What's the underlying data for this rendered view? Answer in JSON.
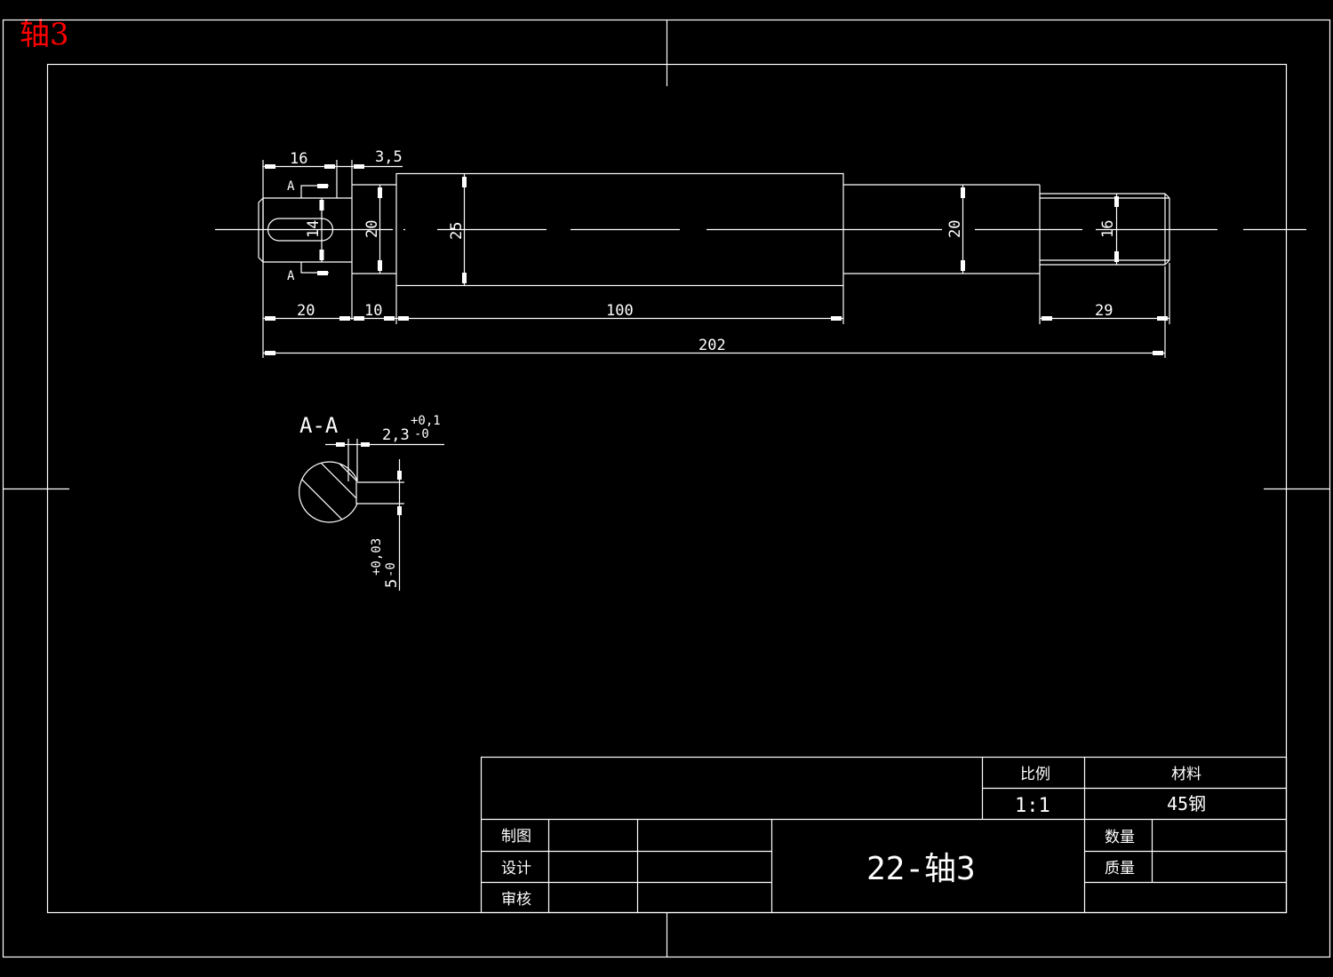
{
  "page_title": "轴3",
  "colors": {
    "background": "#000000",
    "lines": "#ffffff",
    "title": "#ff0000"
  },
  "drawing": {
    "dimensions": {
      "keyway_length": "16",
      "keyway_offset": "3,5",
      "keyway_width": "14",
      "dia_shoulder_left": "20",
      "dia_main": "25",
      "dia_right": "20",
      "dia_thread": "16",
      "len_left_end": "20",
      "len_shoulder": "10",
      "len_main": "100",
      "len_thread": "29",
      "len_total": "202"
    },
    "section_marks": {
      "top": "A",
      "bottom": "A"
    },
    "section_view": {
      "label": "A-A",
      "depth_value": "2,3",
      "depth_tol_upper": "+0,1",
      "depth_tol_lower": "-0",
      "width_value": "5",
      "width_tol_upper": "+0,03",
      "width_tol_lower": "-0"
    }
  },
  "title_block": {
    "scale_label": "比例",
    "scale_value": "1:1",
    "material_label": "材料",
    "material_value": "45钢",
    "drawn_label": "制图",
    "design_label": "设计",
    "review_label": "审核",
    "drawing_name": "22-轴3",
    "quantity_label": "数量",
    "weight_label": "质量"
  }
}
